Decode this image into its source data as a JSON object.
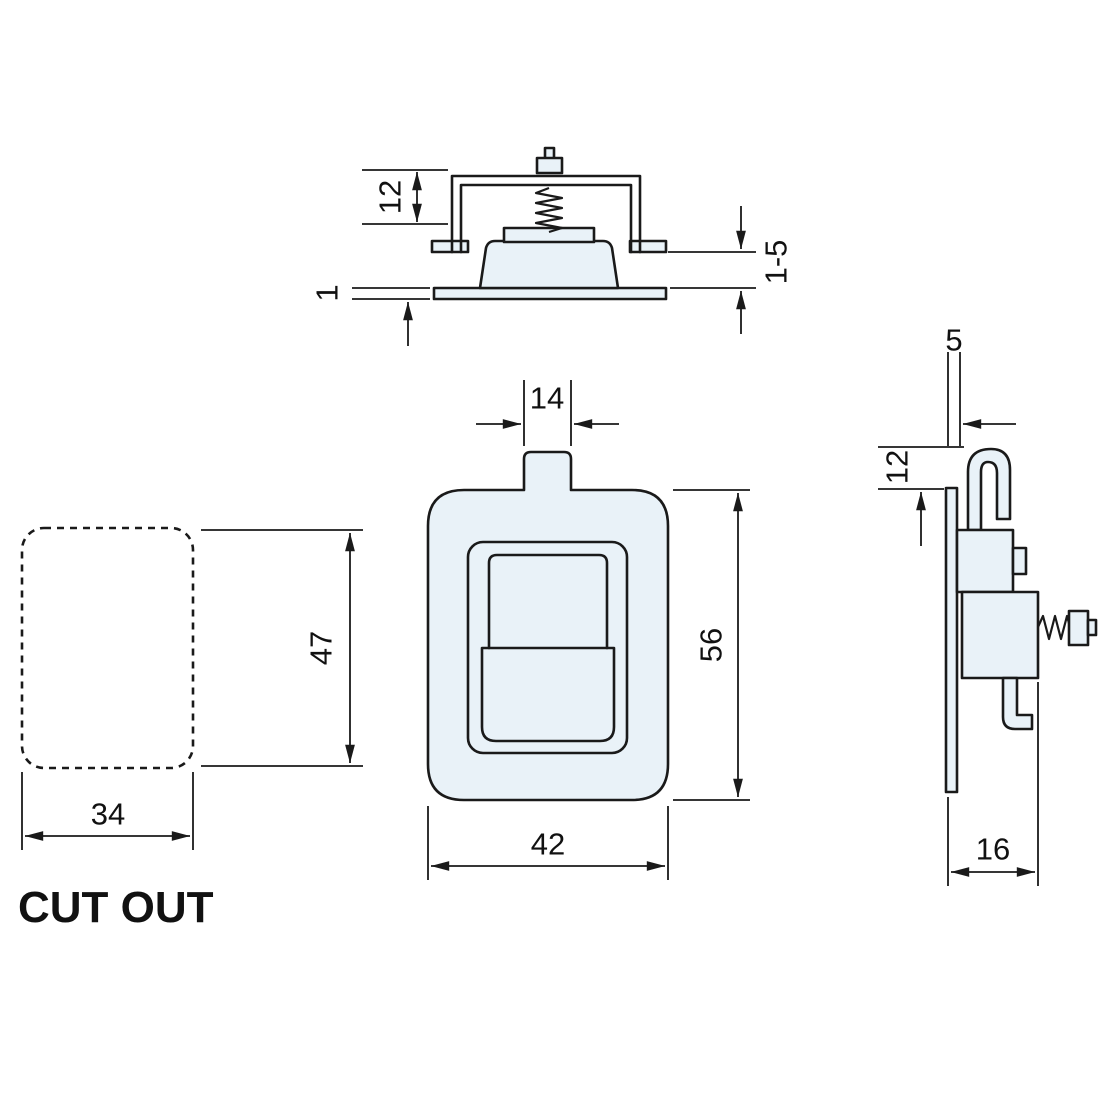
{
  "drawing": {
    "background": "#ffffff",
    "line_color": "#1a1a1a",
    "fill_color": "#e9f2f8",
    "cutout_label": "CUT OUT",
    "dims": {
      "section_bracket_height": "12",
      "section_panel_min": "1",
      "section_grip_range": "1-5",
      "front_tab_width": "14",
      "front_height": "56",
      "front_width": "42",
      "cutout_height": "47",
      "cutout_width": "34",
      "side_tab_offset": "5",
      "side_tab_height": "12",
      "side_depth": "16"
    }
  }
}
